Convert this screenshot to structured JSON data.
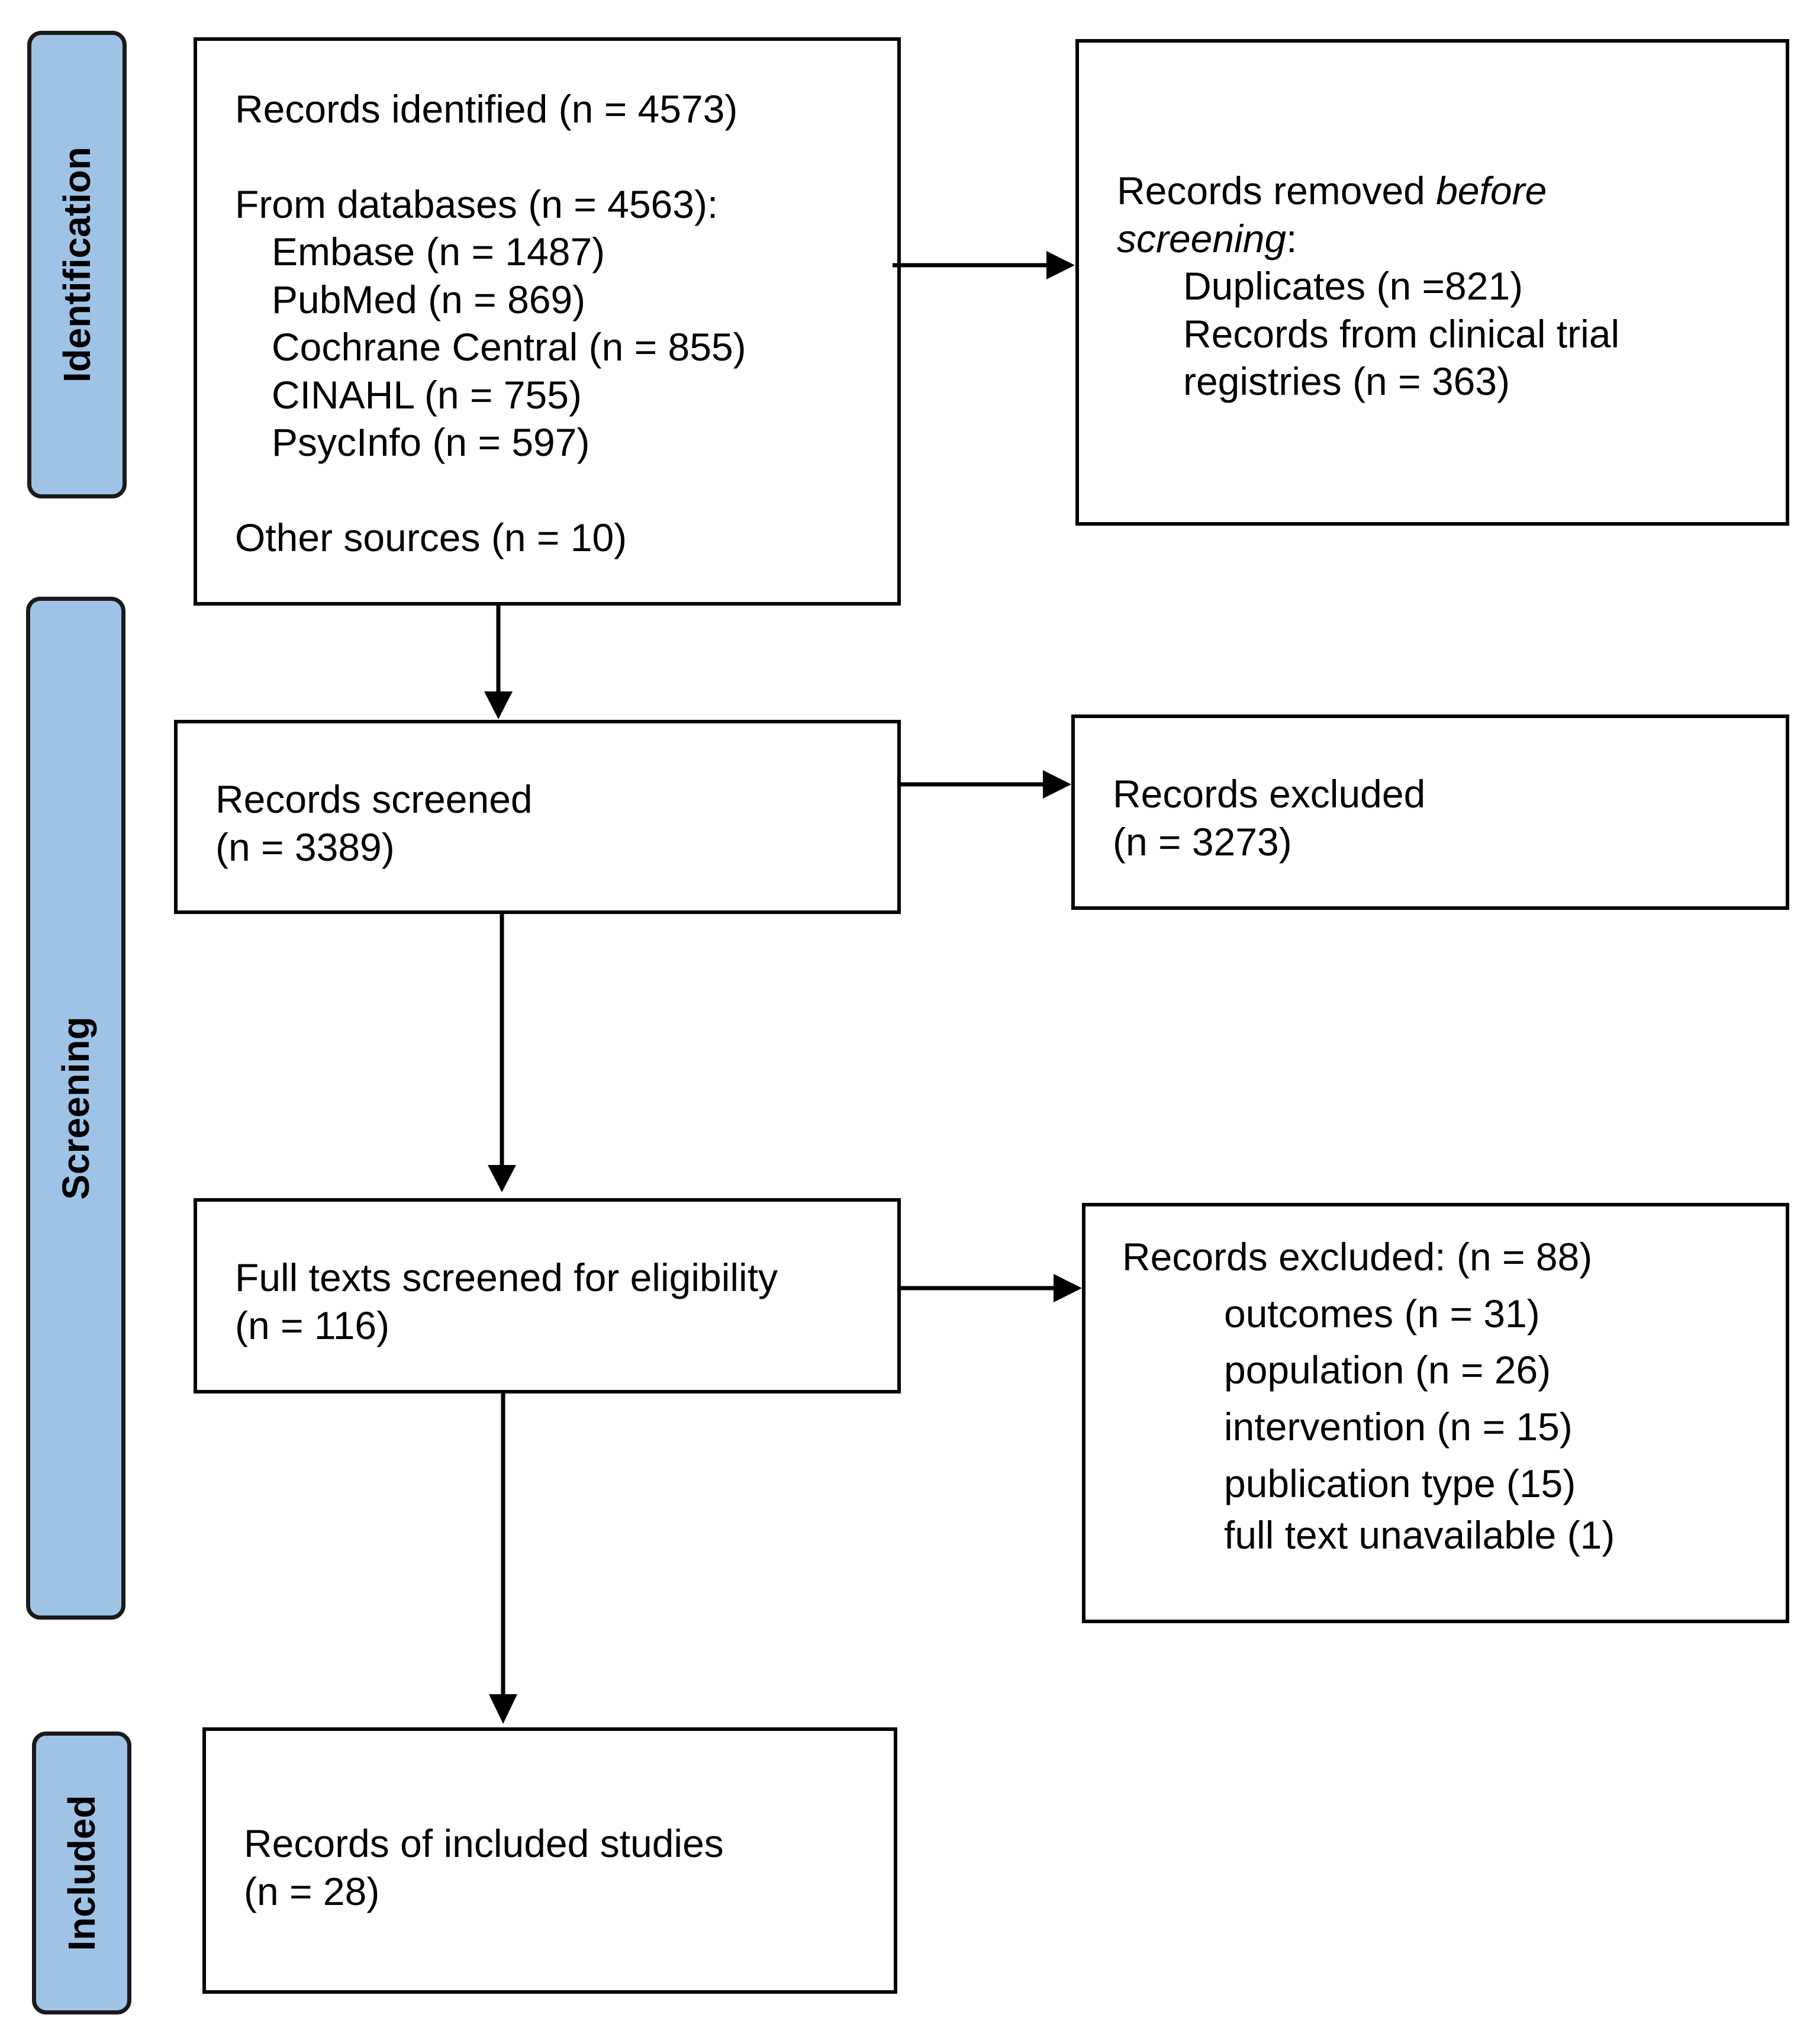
{
  "phases": {
    "identification": "Identification",
    "screening": "Screening",
    "included": "Included"
  },
  "identified": {
    "title": "Records identified (n = 4573)",
    "databases_heading": "From databases (n = 4563):",
    "databases": [
      "Embase (n = 1487)",
      "PubMed (n = 869)",
      "Cochrane Central (n = 855)",
      "CINAHL (n = 755)",
      "PsycInfo (n = 597)"
    ],
    "other": "Other sources (n = 10)"
  },
  "removed": {
    "prefix": "Records removed ",
    "emphasis_1": "before",
    "emphasis_2": "screening",
    "suffix": ":",
    "duplicates": "Duplicates (n =821)",
    "registries_line1": "Records from clinical trial",
    "registries_line2": "registries (n = 363)"
  },
  "screened": {
    "title": "Records screened",
    "count": "(n = 3389)"
  },
  "excluded_screening": {
    "title": "Records excluded",
    "count": "(n = 3273)"
  },
  "fulltext": {
    "title": "Full texts screened for eligibility",
    "count": "(n = 116)"
  },
  "excluded_fulltext": {
    "title": "Records excluded: (n = 88)",
    "reasons": [
      "outcomes (n = 31)",
      "population (n = 26)",
      "intervention (n = 15)",
      "publication type (15)",
      "full text unavailable (1)"
    ]
  },
  "included": {
    "title": "Records of included studies",
    "count": "(n = 28)"
  }
}
